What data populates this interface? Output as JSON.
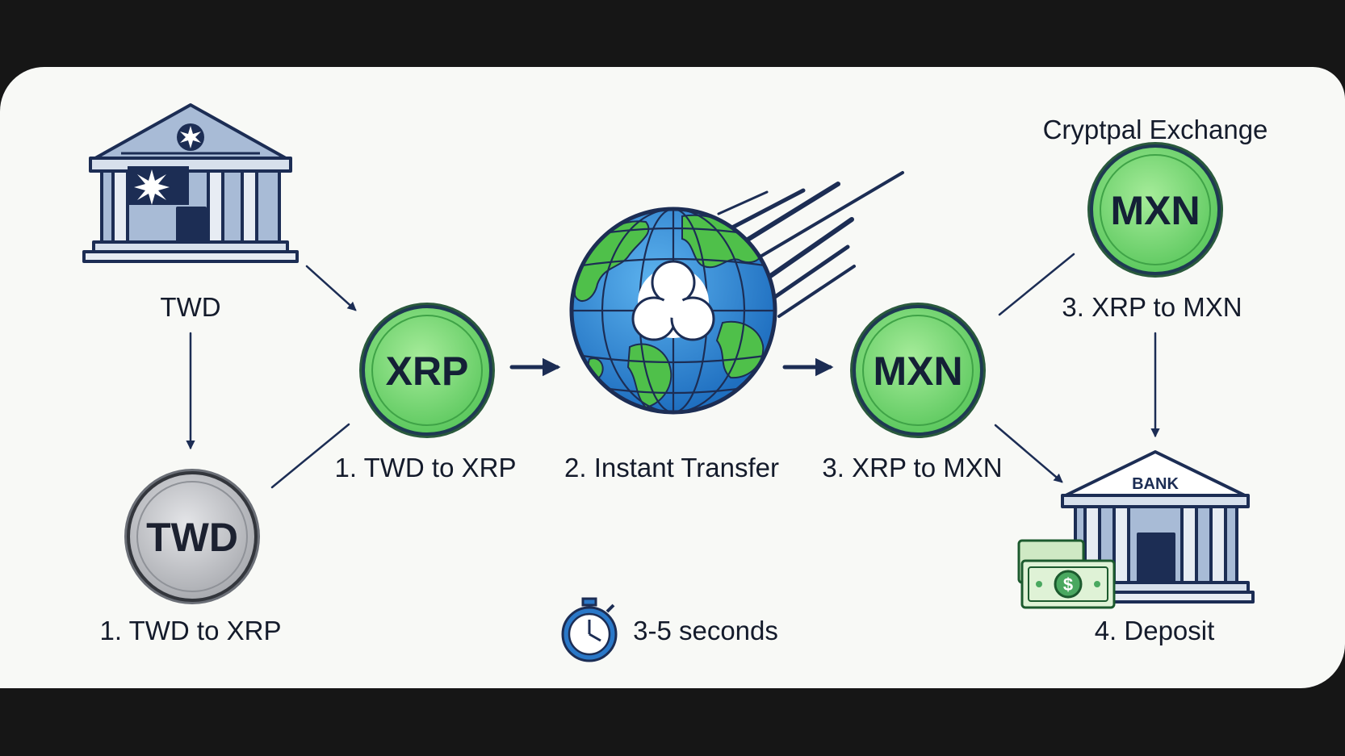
{
  "nodes": {
    "bank_origin": {
      "label": "TWD"
    },
    "coin_twd": {
      "text": "TWD",
      "label": "1. TWD to XRP"
    },
    "coin_xrp": {
      "text": "XRP",
      "label": "1. TWD to XRP"
    },
    "globe": {
      "label": "2. Instant Transfer"
    },
    "coin_mxn": {
      "text": "MXN",
      "label": "3. XRP to MXN"
    },
    "exchange": {
      "title": "Cryptpal Exchange",
      "coin_text": "MXN",
      "label": "3. XRP to MXN"
    },
    "bank_dest": {
      "sign": "BANK",
      "label": "4. Deposit"
    }
  },
  "timer": {
    "label": "3-5 seconds"
  },
  "colors": {
    "coin_green": "#7fdb7a",
    "coin_rim": "#1e3a52",
    "coin_silver": "#c4c6ca",
    "navy": "#1c2d54",
    "globe_ocean": "#2f8fd8",
    "globe_land": "#4fc04a",
    "bank_blue": "#a8bbd6",
    "timer_blue": "#2a78c8"
  },
  "icons": [
    "bank-icon",
    "ripple-logo-icon",
    "globe-icon",
    "stopwatch-icon",
    "cash-bills-icon",
    "flag-star-icon"
  ]
}
